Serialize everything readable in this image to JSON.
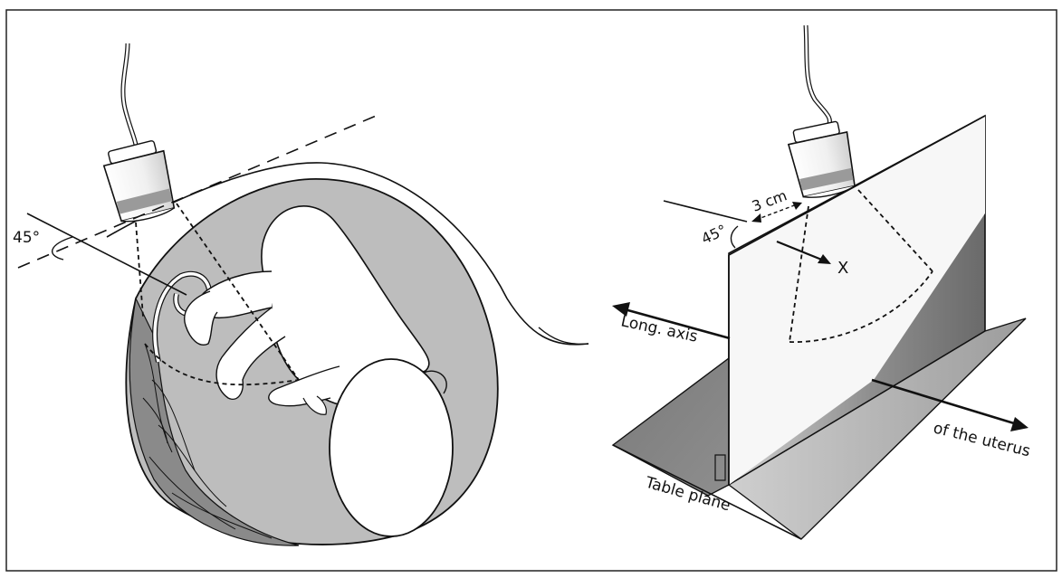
{
  "figure": {
    "left_panel": {
      "angle_label": "45°"
    },
    "right_panel": {
      "distance_label": "3 cm",
      "angle_label": "45°",
      "point_label": "X",
      "axis_label_left": "Long. axis",
      "axis_label_right": "of the uterus",
      "table_label": "Table plane"
    }
  }
}
